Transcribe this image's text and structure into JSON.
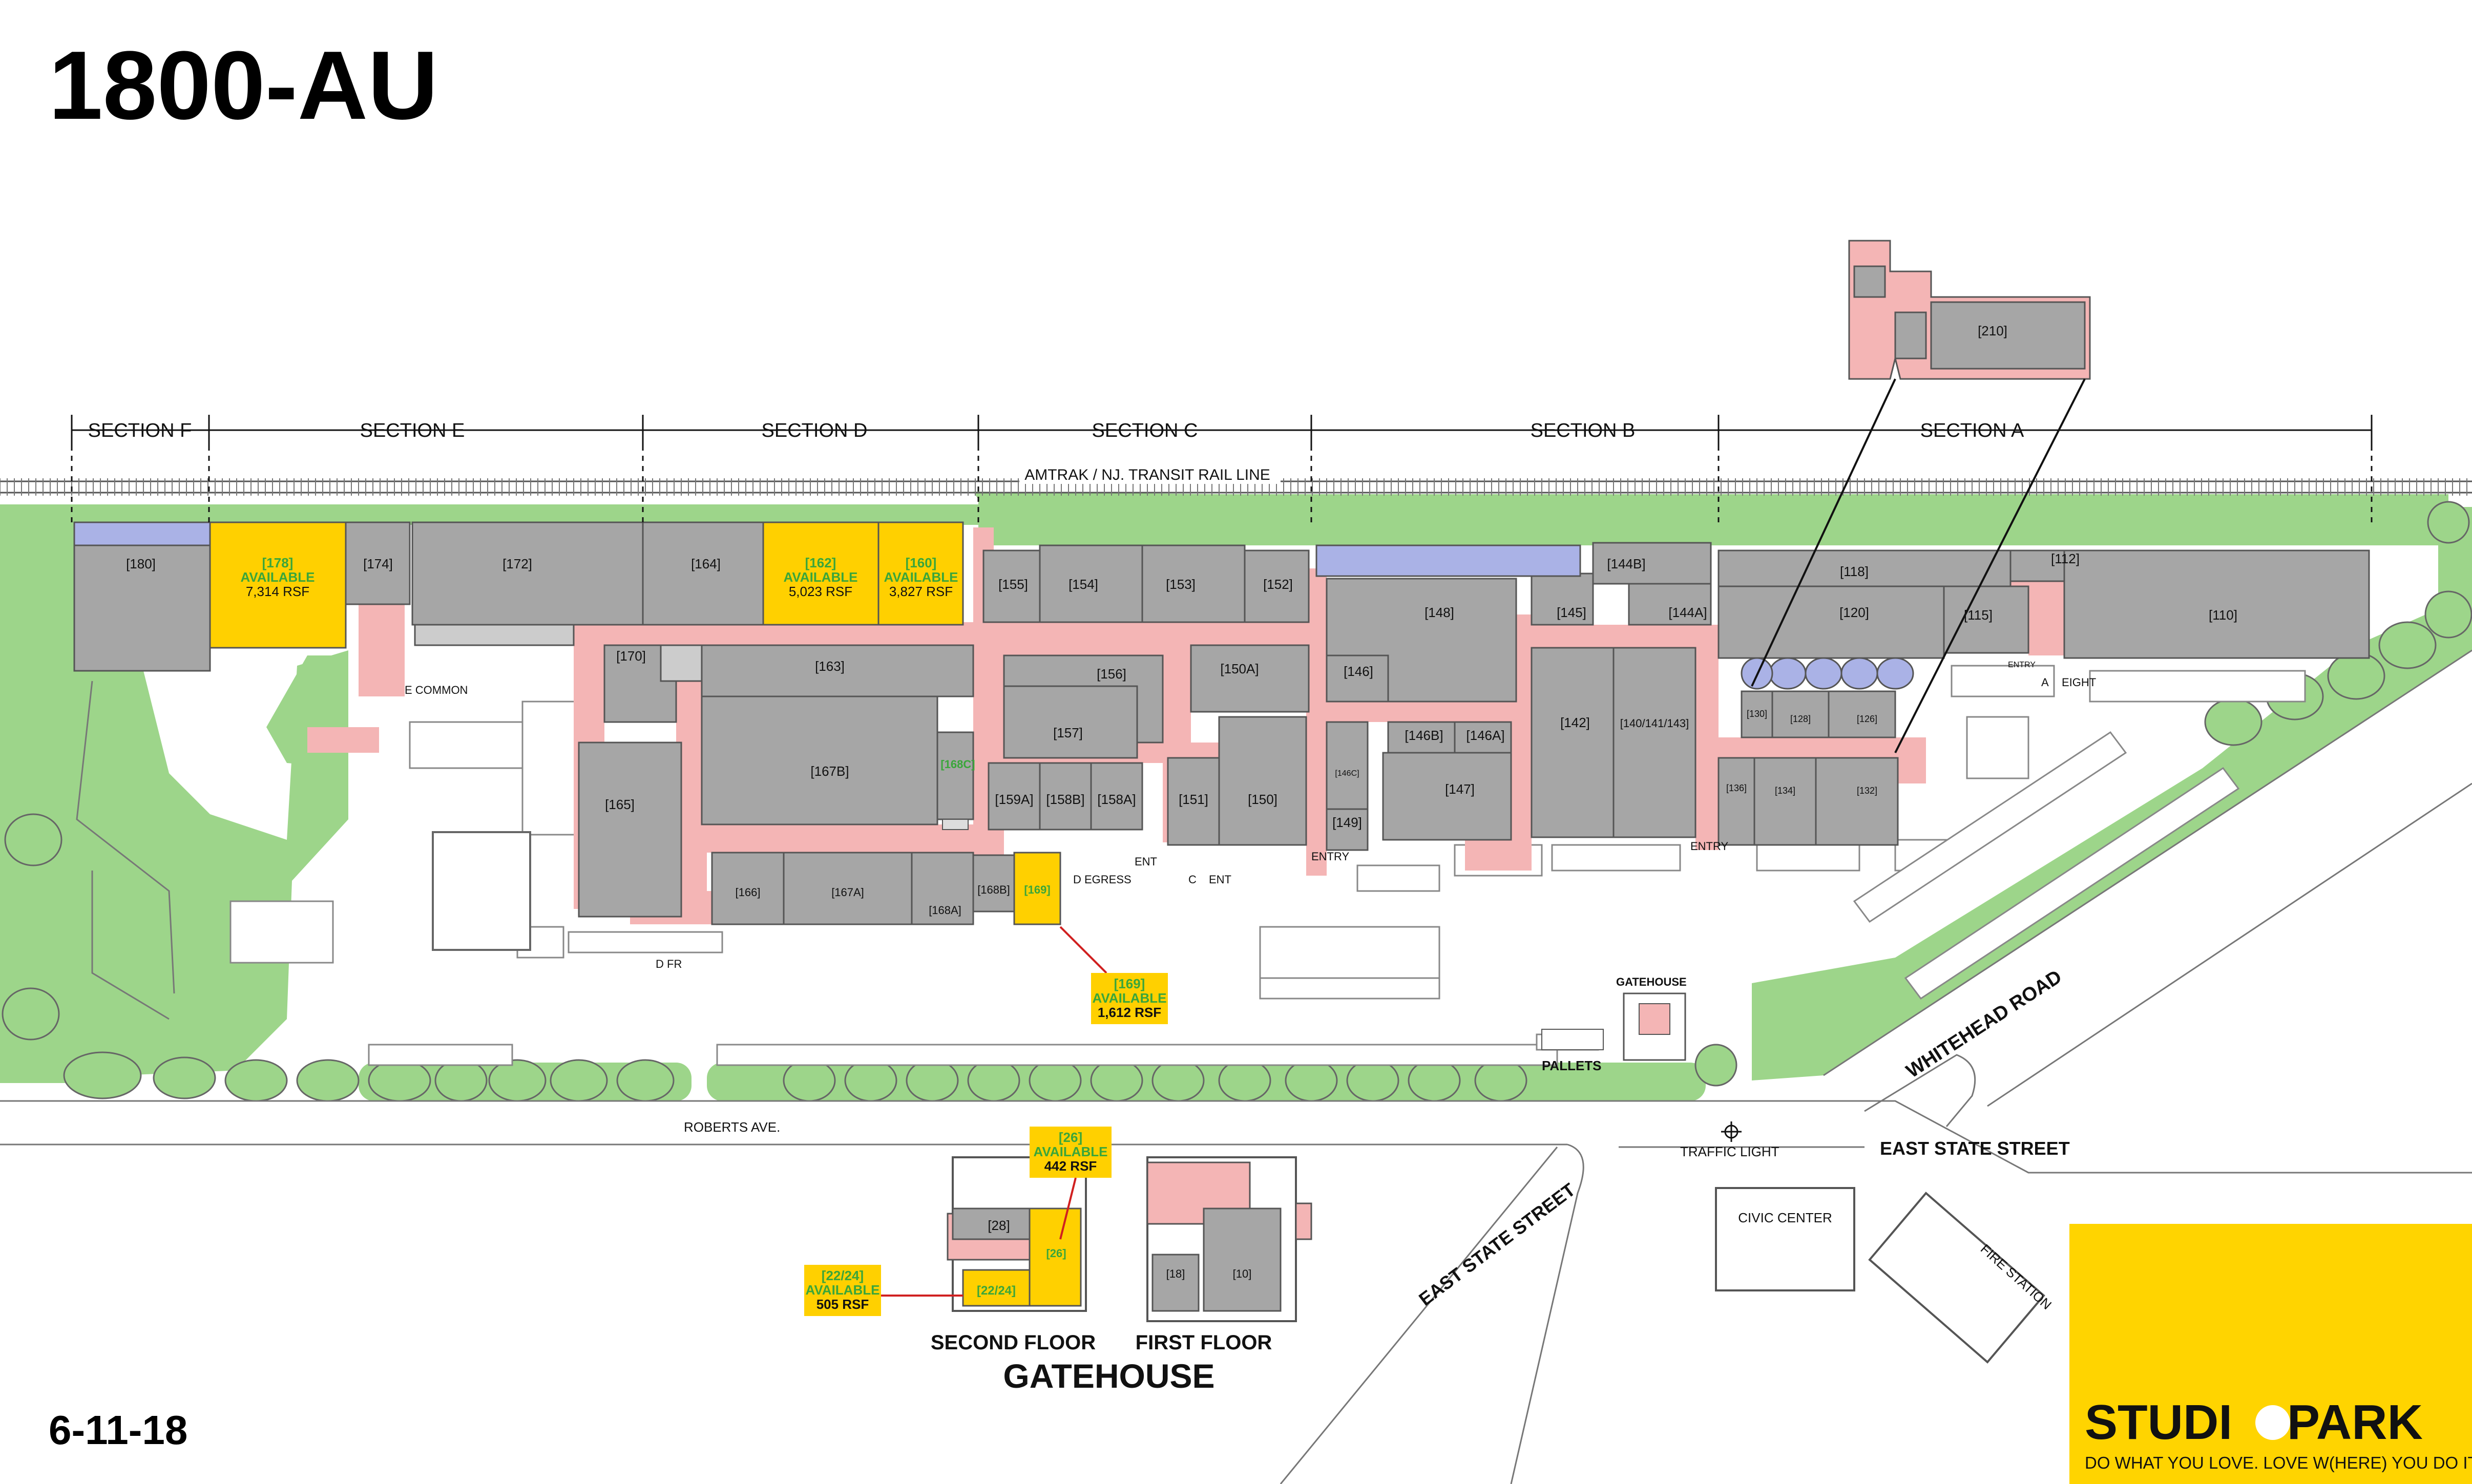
{
  "header": {
    "title": "1800-AU"
  },
  "footer": {
    "date": "6-11-18"
  },
  "brand": {
    "name_left": "STUDI",
    "name_right": " PARK",
    "tagline_a": "DO WHAT YOU LOVE. LOVE W",
    "tagline_here": "(HERE)",
    "tagline_b": " YOU DO IT.",
    "logo_color": "#ffd400"
  },
  "colors": {
    "grass": "#9dd58a",
    "building": "#a6a6a6",
    "corridor": "#f4b5b5",
    "available": "#ffd000",
    "blue_area": "#aab2e6",
    "available_text": "#3aa63a"
  },
  "sections": [
    "SECTION F",
    "SECTION E",
    "SECTION D",
    "SECTION C",
    "SECTION B",
    "SECTION A"
  ],
  "rail_line": "AMTRAK / NJ. TRANSIT RAIL LINE",
  "units": {
    "u180": "[180]",
    "u174": "[174]",
    "u172": "[172]",
    "u164": "[164]",
    "u155": "[155]",
    "u154": "[154]",
    "u153": "[153]",
    "u152": "[152]",
    "u170": "[170]",
    "u163": "[163]",
    "u156": "[156]",
    "u150a": "[150A]",
    "u157": "[157]",
    "u167b": "[167B]",
    "u168c": "[168C]",
    "u165": "[165]",
    "u159a": "[159A]",
    "u158b": "[158B]",
    "u158a": "[158A]",
    "u151": "[151]",
    "u150": "[150]",
    "u166": "[166]",
    "u167a": "[167A]",
    "u168a": "[168A]",
    "u168b": "[168B]",
    "u169": "[169]",
    "u148": "[148]",
    "u146": "[146]",
    "u146b": "[146B]",
    "u146a": "[146A]",
    "u146c": "[146C]",
    "u147": "[147]",
    "u149": "[149]",
    "u145": "[145]",
    "u144b": "[144B]",
    "u144a": "[144A]",
    "u142": "[142]",
    "u140": "[140/141/143]",
    "u118": "[118]",
    "u120": "[120]",
    "u115": "[115]",
    "u112": "[112]",
    "u110": "[110]",
    "u130": "[130]",
    "u128": "[128]",
    "u126": "[126]",
    "u136": "[136]",
    "u134": "[134]",
    "u132": "[132]",
    "u210": "[210]",
    "u28": "[28]",
    "u26": "[26]",
    "u2224": "[22/24]",
    "u18": "[18]",
    "u10": "[10]"
  },
  "available": {
    "a178": {
      "unit": "[178]",
      "status": "AVAILABLE",
      "area": "7,314 RSF"
    },
    "a162": {
      "unit": "[162]",
      "status": "AVAILABLE",
      "area": "5,023 RSF"
    },
    "a160": {
      "unit": "[160]",
      "status": "AVAILABLE",
      "area": "3,827 RSF"
    },
    "a169": {
      "unit": "[169]",
      "status": "AVAILABLE",
      "area": "1,612 RSF"
    },
    "a26": {
      "unit": "[26]",
      "status": "AVAILABLE",
      "area": "442 RSF"
    },
    "a2224": {
      "unit": "[22/24]",
      "status": "AVAILABLE",
      "area": "505 RSF"
    }
  },
  "labels": {
    "e_common": "E COMMON",
    "d_egress": "D EGRESS",
    "c_entry_1": "ENT",
    "c_entry_2": "C",
    "c_entry_3": "ENT",
    "entry_b": "ENTRY",
    "entry_a": "ENTRY",
    "a_freight_1": "A",
    "a_freight_2": "EIGHT",
    "entry_small": "ENTRY",
    "d_frt": "D FR",
    "gatehouse_small": "GATEHOUSE",
    "pallets": "PALLETS",
    "whitehead_road": "WHITEHEAD ROAD",
    "east_state_street_1": "EAST STATE STREET",
    "east_state_street_2": "EAST STATE STREET",
    "roberts_ave": "ROBERTS AVE.",
    "traffic_light": "TRAFFIC LIGHT",
    "civic_center": "CIVIC CENTER",
    "fire_station": "FIRE STATION",
    "second_floor": "SECOND FLOOR",
    "first_floor": "FIRST FLOOR",
    "gatehouse": "GATEHOUSE"
  }
}
